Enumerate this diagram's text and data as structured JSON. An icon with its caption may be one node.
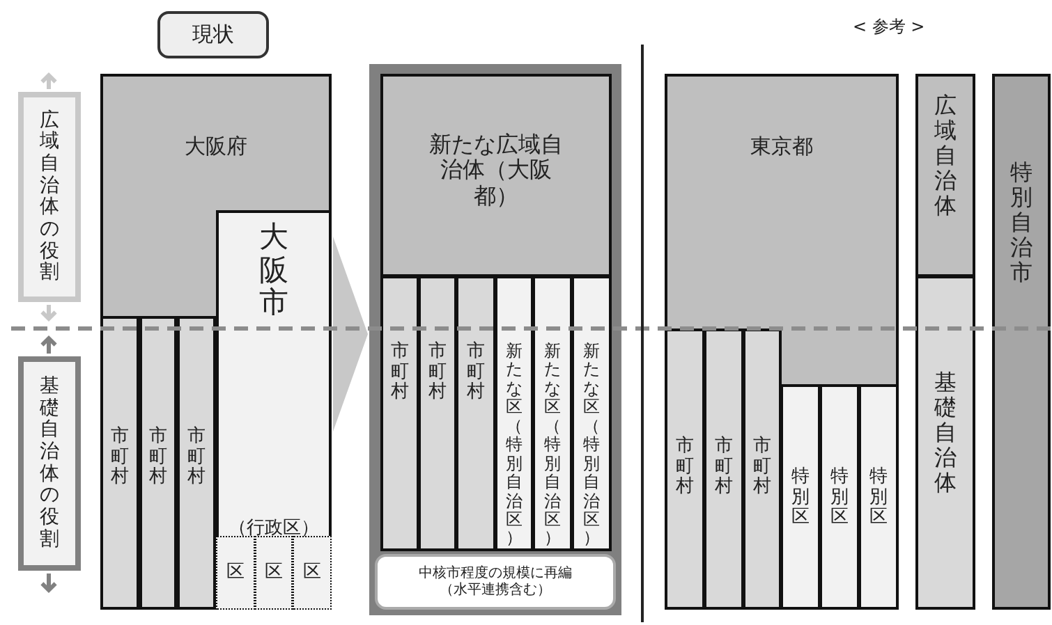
{
  "diagram": {
    "nodes": [
      {
        "text": [
          "現状"
        ]
      },
      {
        "text": [
          "広域自治体の役割"
        ]
      },
      {
        "text": [
          "基礎自治体の役割"
        ]
      },
      {
        "text": [
          "大阪府"
        ]
      },
      {
        "text": [
          "大阪市",
          "（行政区）"
        ],
        "in": 3
      },
      {
        "text": [
          "区"
        ],
        "in": 4
      },
      {
        "text": [
          "区"
        ],
        "in": 4
      },
      {
        "text": [
          "区"
        ],
        "in": 4
      },
      {
        "text": [
          "市町村"
        ],
        "in": 3
      },
      {
        "text": [
          "市町村"
        ],
        "in": 3
      },
      {
        "text": [
          "市町村"
        ],
        "in": 3
      },
      {
        "text": [],
        "shape": "box"
      },
      {
        "text": [
          "新たな広域自治体（大阪都）"
        ],
        "in": 11
      },
      {
        "text": [
          "市町村"
        ],
        "in": 11
      },
      {
        "text": [
          "市町村"
        ],
        "in": 11
      },
      {
        "text": [
          "市町村"
        ],
        "in": 11
      },
      {
        "text": [
          "新たな区（特別自治区）"
        ],
        "in": 11
      },
      {
        "text": [
          "新たな区（特別自治区）"
        ],
        "in": 11
      },
      {
        "text": [
          "新たな区（特別自治区）"
        ],
        "in": 11
      },
      {
        "text": [
          "中核市程度の規模に再編（水平連携含む）"
        ],
        "in": 11
      },
      {
        "text": [
          "東京都"
        ]
      },
      {
        "text": [
          "市町村"
        ],
        "in": 20
      },
      {
        "text": [
          "市町村"
        ],
        "in": 20
      },
      {
        "text": [
          "市町村"
        ],
        "in": 20
      },
      {
        "text": [
          "特別区"
        ],
        "in": 20
      },
      {
        "text": [
          "特別区"
        ],
        "in": 20
      },
      {
        "text": [
          "特別区"
        ],
        "in": 20
      },
      {
        "text": [
          "広域自治体"
        ]
      },
      {
        "text": [
          "基礎自治体"
        ]
      },
      {
        "text": [
          "特別自治市"
        ]
      }
    ],
    "edges": [
      {
        "from": 3,
        "to": 11,
        "arrow": "to"
      }
    ],
    "labels": [
      "< 参考 >"
    ]
  }
}
